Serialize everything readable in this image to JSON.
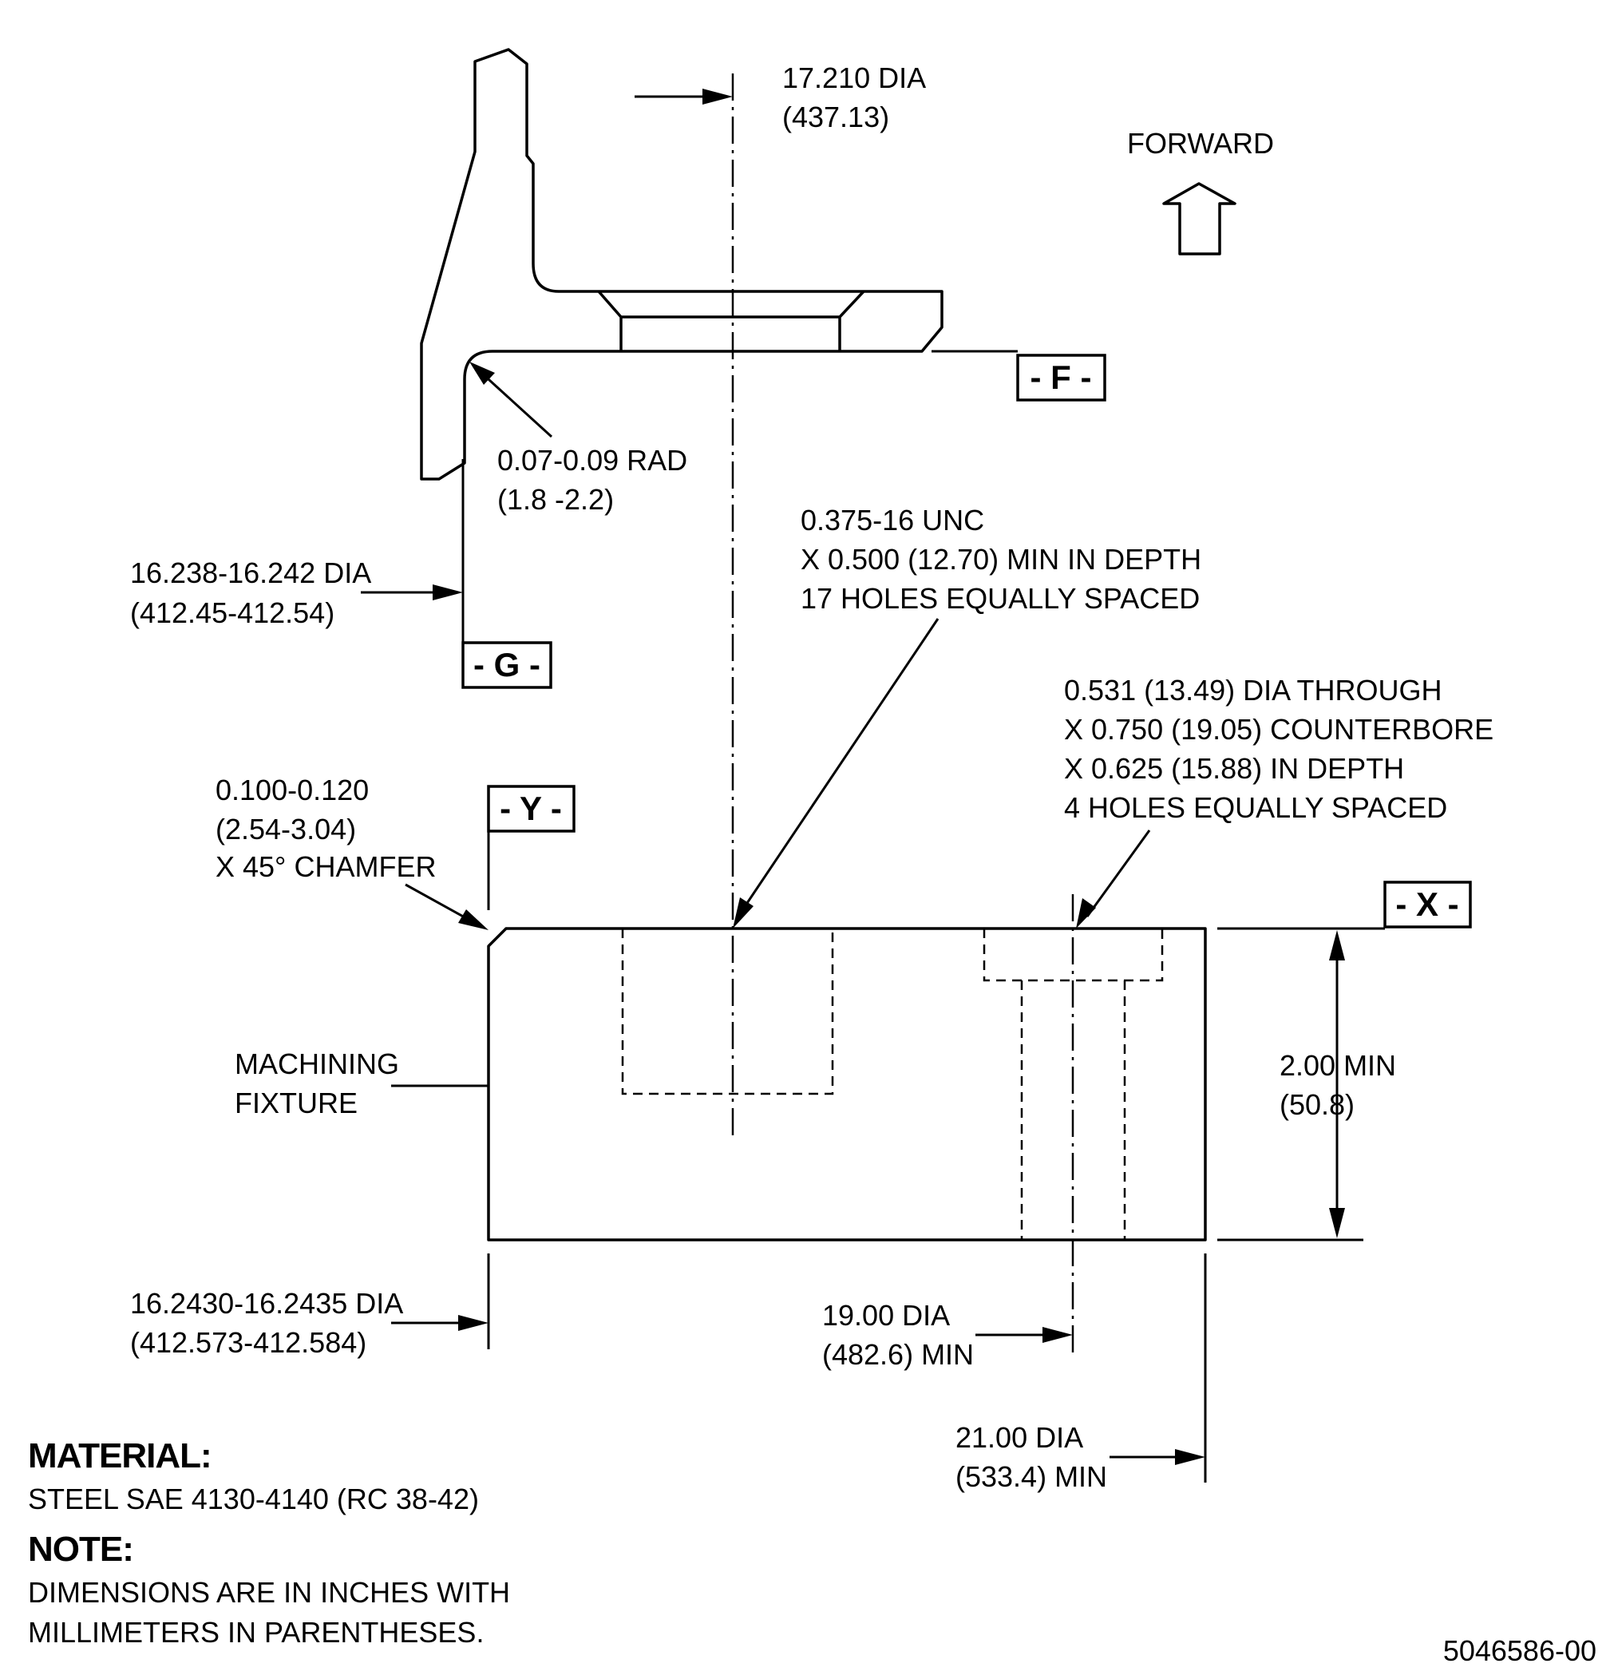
{
  "dims": {
    "bolt_circle": [
      "17.210 DIA",
      "(437.13)"
    ],
    "radius": [
      "0.07-0.09 RAD",
      "(1.8 -2.2)"
    ],
    "bore_dia": [
      "16.238-16.242 DIA",
      "(412.45-412.54)"
    ],
    "tapped_holes": [
      "0.375-16 UNC",
      "X 0.500 (12.70) MIN IN DEPTH",
      "17 HOLES EQUALLY SPACED"
    ],
    "counterbore_holes": [
      "0.531 (13.49) DIA THROUGH",
      "X 0.750 (19.05) COUNTERBORE",
      "X 0.625 (15.88) IN DEPTH",
      "4 HOLES EQUALLY SPACED"
    ],
    "chamfer": [
      "0.100-0.120",
      "(2.54-3.04)",
      "X 45° CHAMFER"
    ],
    "fixture_label": [
      "MACHINING",
      "FIXTURE"
    ],
    "height": [
      "2.00 MIN",
      "(50.8)"
    ],
    "pilot_dia": [
      "16.2430-16.2435 DIA",
      "(412.573-412.584)"
    ],
    "hole_circle": [
      "19.00 DIA",
      "(482.6) MIN"
    ],
    "outer_dia": [
      "21.00 DIA",
      "(533.4) MIN"
    ]
  },
  "datums": {
    "F": "- F -",
    "G": "- G -",
    "Y": "- Y -",
    "X": "- X -"
  },
  "direction": "FORWARD",
  "material": {
    "heading": "MATERIAL:",
    "spec": "STEEL SAE 4130-4140 (RC 38-42)"
  },
  "note": {
    "heading": "NOTE:",
    "lines": [
      "DIMENSIONS ARE IN INCHES WITH",
      "MILLIMETERS IN PARENTHESES."
    ]
  },
  "drawing_number": "5046586-00"
}
